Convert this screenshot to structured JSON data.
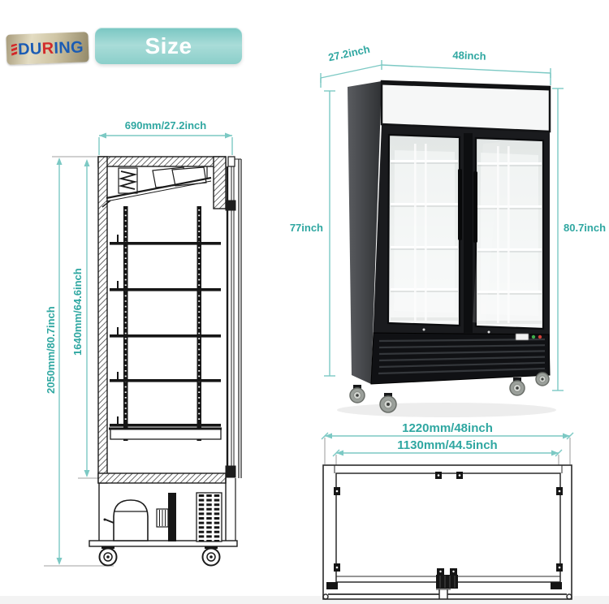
{
  "logo": {
    "blue_head": "DU",
    "red_mid": "R",
    "blue_tail": "ING"
  },
  "badge": {
    "label": "Size"
  },
  "side_view": {
    "depth_label": "690mm/27.2inch",
    "overall_height_label": "2050mm/80.7inch",
    "interior_height_label": "1640mm/64.6inch"
  },
  "product": {
    "depth_label": "27.2inch",
    "width_label": "48inch",
    "front_height_label": "77inch",
    "overall_height_label": "80.7inch"
  },
  "top_view": {
    "outer_width_label": "1220mm/48inch",
    "inner_width_label": "1130mm/44.5inch"
  },
  "colors": {
    "dimension_text": "#2fa7a1",
    "dimension_line": "#7cc9c4",
    "badge_fill": "#8fd0cc",
    "logo_blue": "#1b5cb4",
    "logo_red": "#d22a2a",
    "drawing_ink": "#1c1c1c"
  }
}
